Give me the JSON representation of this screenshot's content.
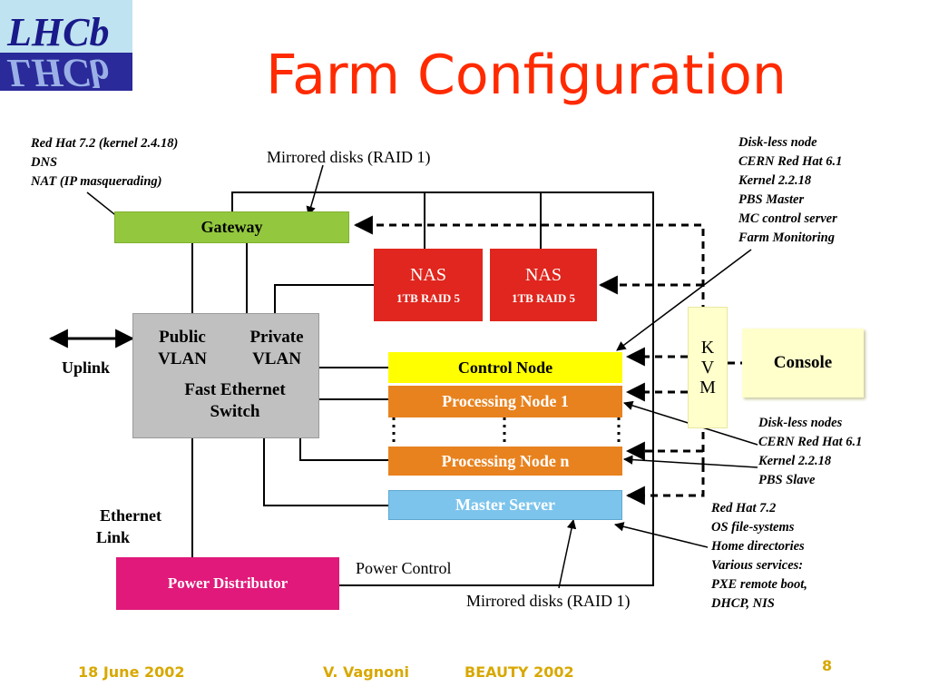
{
  "slide": {
    "title": "Farm Configuration",
    "logo_text": "LHCb",
    "footer": {
      "date": "18 June 2002",
      "author": "V. Vagnoni",
      "event": "BEAUTY 2002",
      "page": "8"
    }
  },
  "nodes": {
    "gateway": "Gateway",
    "nas1": {
      "title": "NAS",
      "sub": "1TB RAID 5"
    },
    "nas2": {
      "title": "NAS",
      "sub": "1TB RAID 5"
    },
    "switch": {
      "public": "Public VLAN",
      "private": "Private VLAN",
      "name": "Fast Ethernet Switch"
    },
    "control_node": "Control Node",
    "processing_node_1": "Processing Node 1",
    "processing_node_n": "Processing Node n",
    "master_server": "Master Server",
    "power_distributor": "Power Distributor",
    "kvm": [
      "K",
      "V",
      "M"
    ],
    "console": "Console"
  },
  "labels": {
    "uplink": "Uplink",
    "ethernet_link": [
      "Ethernet",
      "Link"
    ],
    "power_control": "Power Control",
    "mirrored_top": "Mirrored disks (RAID 1)",
    "mirrored_bottom": "Mirrored disks (RAID 1)"
  },
  "notes": {
    "gateway": [
      "Red Hat 7.2 (kernel 2.4.18)",
      "DNS",
      "NAT (IP masquerading)"
    ],
    "control": [
      "Disk-less node",
      "CERN Red Hat 6.1",
      "Kernel 2.2.18",
      "PBS Master",
      "MC control server",
      "Farm Monitoring"
    ],
    "processing": [
      "Disk-less nodes",
      "CERN Red Hat 6.1",
      "Kernel 2.2.18",
      "PBS Slave"
    ],
    "master": [
      "Red Hat 7.2",
      "OS file-systems",
      "Home directories",
      "Various services:",
      "PXE remote boot,",
      "DHCP, NIS"
    ]
  },
  "colors": {
    "title": "#ff2a00",
    "gateway": "#93c83e",
    "nas": "#e0261e",
    "switch": "#c0c0c0",
    "control_node": "#ffff00",
    "processing_node": "#e8821e",
    "master_server": "#7cc4ec",
    "power_distributor": "#e0197a",
    "kvm": "#ffffcc",
    "footer": "#d8a800"
  }
}
